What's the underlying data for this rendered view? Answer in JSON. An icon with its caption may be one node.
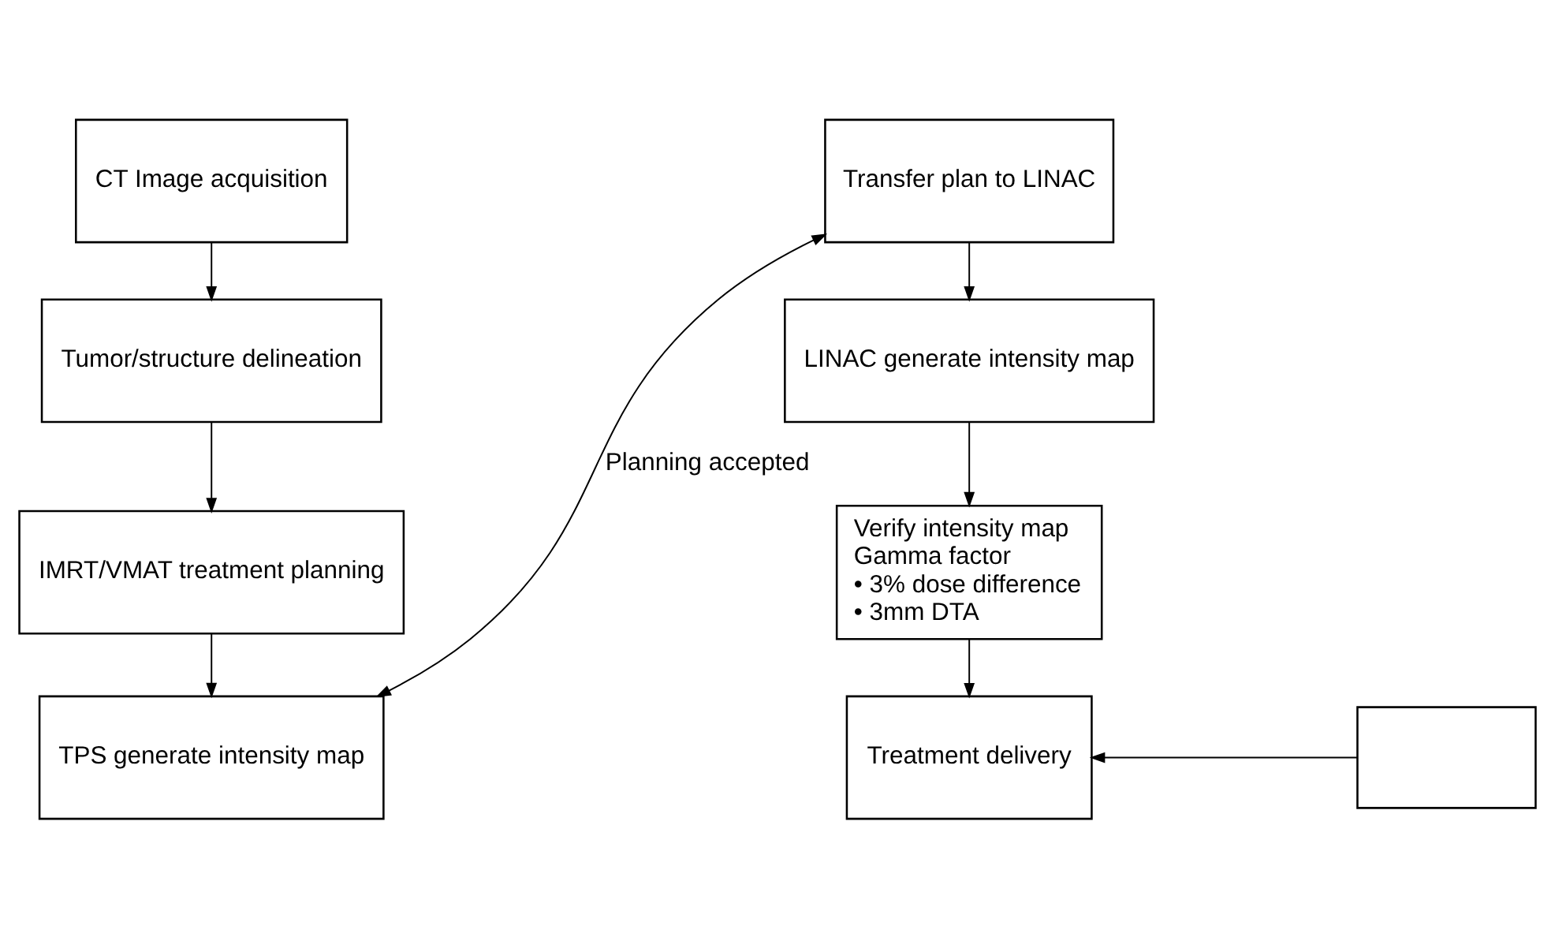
{
  "diagram": {
    "nodes": [
      {
        "text": [
          "CT Image acquisition"
        ]
      },
      {
        "text": [
          "Tumor/structure delineation"
        ]
      },
      {
        "text": [
          "IMRT/VMAT treatment planning"
        ]
      },
      {
        "text": [
          "TPS generate intensity map"
        ]
      },
      {
        "text": [
          "Transfer plan to LINAC"
        ]
      },
      {
        "text": [
          "LINAC generate intensity map"
        ]
      },
      {
        "text": [
          "Verify intensity map",
          "Gamma factor",
          "• 3% dose difference",
          "• 3mm DTA"
        ]
      },
      {
        "text": [
          "Treatment delivery"
        ]
      },
      {
        "text": [],
        "shape": "box"
      }
    ],
    "edges": [
      {
        "from": 0,
        "to": 1,
        "arrow": "to"
      },
      {
        "from": 1,
        "to": 2,
        "arrow": "to"
      },
      {
        "from": 2,
        "to": 3,
        "arrow": "to"
      },
      {
        "from": 3,
        "to": 4,
        "arrow": "both",
        "label": "Planning accepted"
      },
      {
        "from": 4,
        "to": 5,
        "arrow": "to"
      },
      {
        "from": 5,
        "to": 6,
        "arrow": "to"
      },
      {
        "from": 6,
        "to": 7,
        "arrow": "to"
      },
      {
        "from": 8,
        "to": 7,
        "arrow": "to"
      }
    ]
  }
}
